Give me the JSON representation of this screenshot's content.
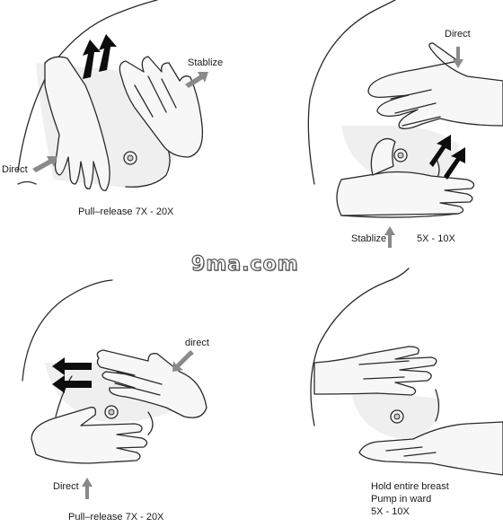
{
  "panels": [
    {
      "labels": {
        "stabilize": "Stablize",
        "direct": "Direct"
      },
      "caption": "Pull–release 7X - 20X"
    },
    {
      "labels": {
        "direct": "Direct",
        "stabilize": "Stablize",
        "reps": "5X - 10X"
      },
      "caption": ""
    },
    {
      "labels": {
        "direct": "direct",
        "direct_bottom": "Direct"
      },
      "caption": "Pull–release 7X - 20X"
    },
    {
      "labels": {},
      "caption_lines": [
        "Hold entire breast",
        "Pump in ward",
        "5X - 10X"
      ]
    }
  ],
  "watermark": "9ma.com",
  "colors": {
    "ink": "#2a2a2a",
    "arrow_black": "#0d0d0d",
    "arrow_gray": "#8a8a8a",
    "shade": "#efefef"
  }
}
